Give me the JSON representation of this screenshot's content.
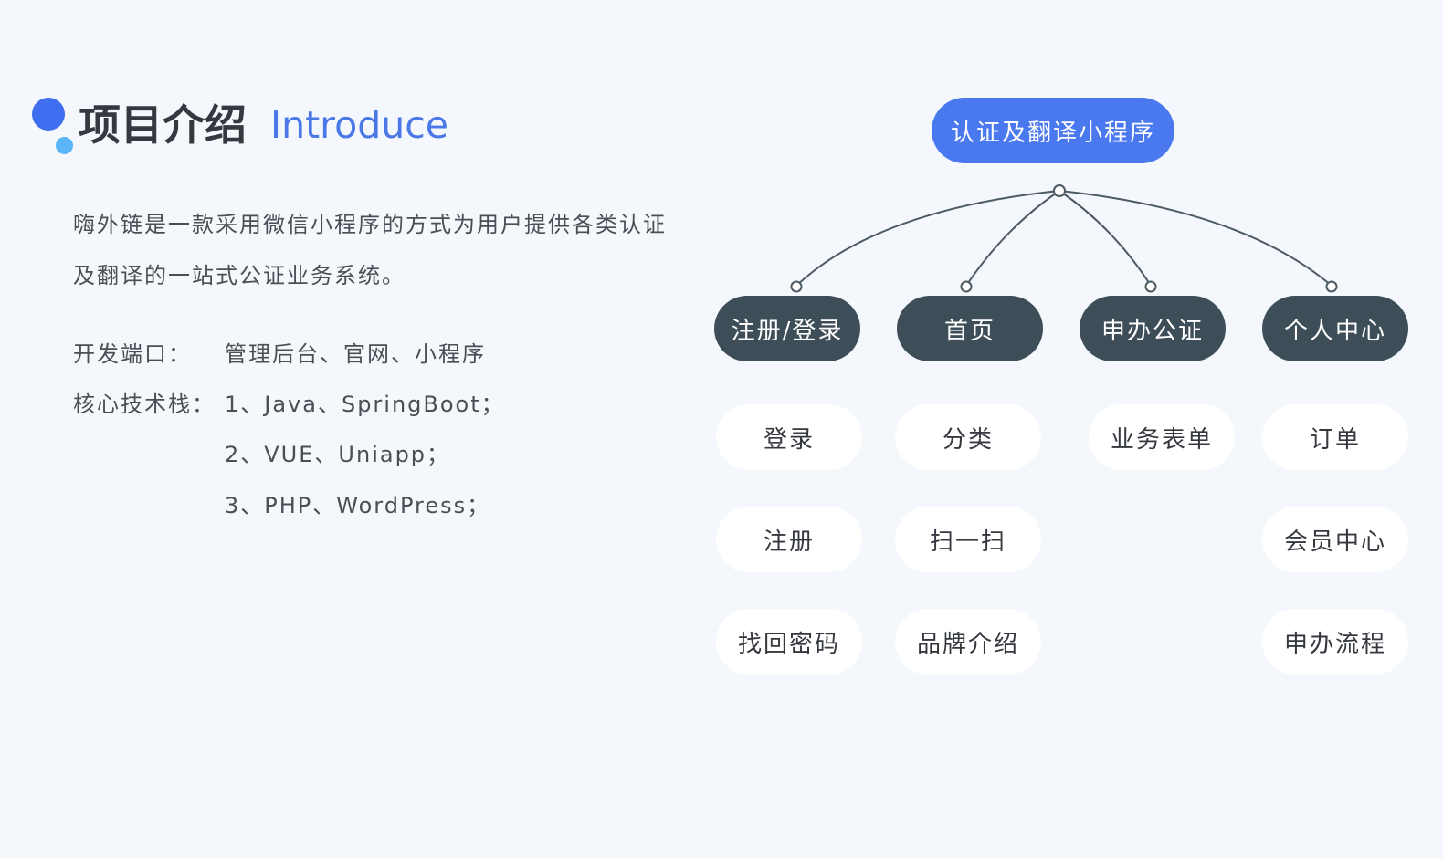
{
  "header": {
    "title_cn": "项目介绍",
    "title_en": "Introduce"
  },
  "intro": {
    "text": "嗨外链是一款采用微信小程序的方式为用户提供各类认证及翻译的一站式公证业务系统。"
  },
  "info": {
    "ports_label": "开发端口：",
    "ports_value": "管理后台、官网、小程序",
    "stack_label": "核心技术栈：",
    "stack_items": [
      "1、Java、SpringBoot；",
      "2、VUE、Uniapp；",
      "3、PHP、WordPress；"
    ]
  },
  "tree": {
    "root": "认证及翻译小程序",
    "categories": [
      {
        "label": "注册/登录",
        "children": [
          "登录",
          "注册",
          "找回密码"
        ]
      },
      {
        "label": "首页",
        "children": [
          "分类",
          "扫一扫",
          "品牌介绍"
        ]
      },
      {
        "label": "申办公证",
        "children": [
          "业务表单"
        ]
      },
      {
        "label": "个人中心",
        "children": [
          "订单",
          "会员中心",
          "申办流程"
        ]
      }
    ]
  },
  "colors": {
    "background": "#f4f7fb",
    "accent_blue": "#4a78ef",
    "dark_node": "#3e4e58",
    "connector": "#4c5a62"
  }
}
